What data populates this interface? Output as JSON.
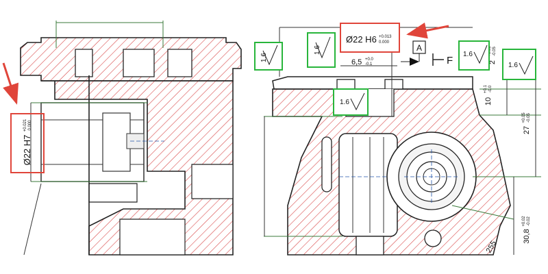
{
  "left_view": {
    "tolerance_label": "Ø22 H7",
    "tolerance_upper": "+0.021",
    "tolerance_lower": "0.000"
  },
  "right_view": {
    "tolerance_label": "Ø22 H6",
    "tolerance_upper": "+0.013",
    "tolerance_lower": "0.000",
    "datum_label": "A",
    "section_label": "F",
    "dim_small": "6,5",
    "dim_small_tol_upper": "+0.0",
    "dim_small_tol_lower": "-0.1",
    "dim_2": "2",
    "dim_2_tol_upper": "+0.05",
    "dim_2_tol_lower": "-0.05",
    "dim_10": "10",
    "dim_10_tol_upper": "+0.1",
    "dim_10_tol_lower": "-0.0",
    "dim_27": "27",
    "dim_27_tol_upper": "+0.05",
    "dim_27_tol_lower": "-0.05",
    "dim_308": "30,8",
    "dim_308_tol_upper": "+0.02",
    "dim_308_tol_lower": "-0.02",
    "dim_255": "255"
  },
  "roughness_value": "1.6",
  "colors": {
    "highlight_red": "#e0453a",
    "highlight_green": "#27b53a",
    "hatch": "#d94b4b",
    "line": "#222222",
    "dim_line": "#3a7a3a"
  }
}
